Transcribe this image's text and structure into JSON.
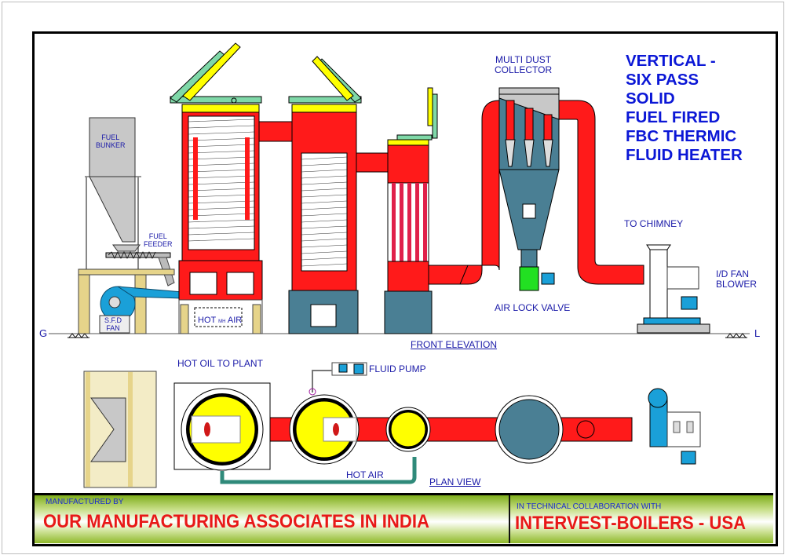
{
  "title": {
    "lines": [
      "VERTICAL -",
      "SIX PASS",
      "SOLID",
      "FUEL FIRED",
      "FBC THERMIC",
      "FLUID HEATER"
    ]
  },
  "labels": {
    "fuel_bunker": [
      "FUEL",
      "BUNKER"
    ],
    "fuel_feeder": [
      "FUEL",
      "FEEDER"
    ],
    "sfd_fan": [
      "S.F.D",
      "FAN"
    ],
    "hot_air_box_left": "HOT",
    "hot_air_box_mark": "MH",
    "hot_air_box_right": "AIR",
    "multi_dust_collector": [
      "MULTI DUST",
      "COLLECTOR"
    ],
    "air_lock_valve": "AIR LOCK VALVE",
    "to_chimney": "TO CHIMNEY",
    "id_fan_blower": [
      "I/D FAN",
      "BLOWER"
    ],
    "ground_left": "G",
    "ground_right": "L",
    "front_elevation": "FRONT ELEVATION",
    "hot_oil_to_plant": "HOT OIL TO PLANT",
    "fluid_pump": "FLUID PUMP",
    "hot_air": "HOT AIR",
    "plan_view": "PLAN VIEW"
  },
  "footer": {
    "manufactured_by_caption": "MANUFACTURED BY",
    "manufacturer": "OUR MANUFACTURING ASSOCIATES IN INDIA",
    "collaboration_caption": "IN TECHNICAL COLLABORATION WITH",
    "collaborator": "INTERVEST-BOILERS - USA"
  },
  "colors": {
    "hot_gas": "#ff1a1a",
    "insulation_lid": "#ffff00",
    "lid_frame": "#7fd8a8",
    "collector_body": "#4a7f94",
    "bunker": "#c8c8c8",
    "fan": "#1aa0d8",
    "air_lock": "#22e022",
    "label_blue": "#1a1aa8",
    "title_blue": "#0b17d6",
    "footer_red": "#e81818"
  }
}
